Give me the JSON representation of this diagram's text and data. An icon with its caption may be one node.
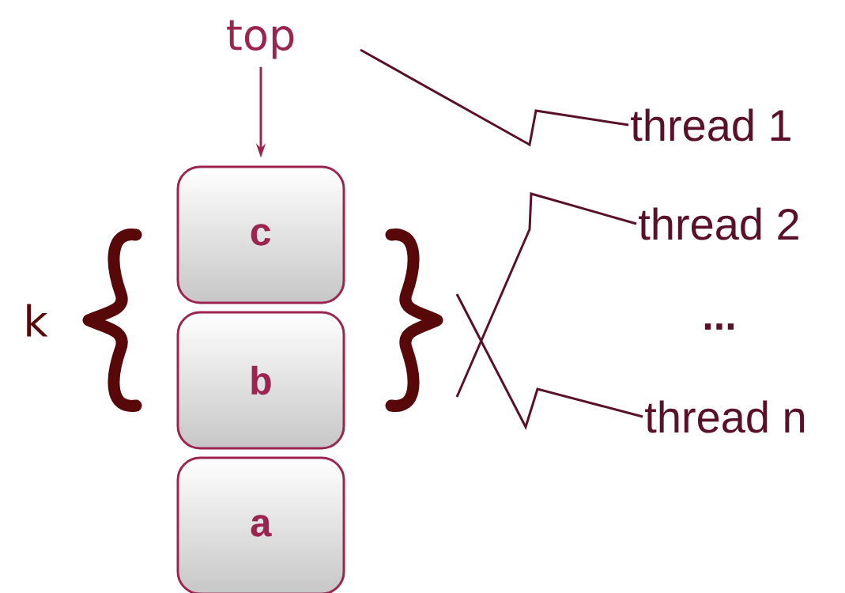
{
  "diagram": {
    "nodes": [
      {
        "text": [
          "top"
        ]
      },
      {
        "text": [
          "c"
        ]
      },
      {
        "text": [
          "b"
        ]
      },
      {
        "text": [
          "a"
        ]
      },
      {
        "text": [
          "thread 1"
        ]
      },
      {
        "text": [
          "thread 2"
        ]
      },
      {
        "text": [
          "thread n"
        ]
      }
    ],
    "edges": [
      {
        "from": 0,
        "to": 1,
        "arrow": "to"
      },
      {
        "from": 4,
        "to": null,
        "arrow": "none"
      },
      {
        "from": 5,
        "to": null,
        "arrow": "none"
      },
      {
        "from": 6,
        "to": null,
        "arrow": "none"
      }
    ],
    "labels": [
      "k",
      "..."
    ]
  }
}
